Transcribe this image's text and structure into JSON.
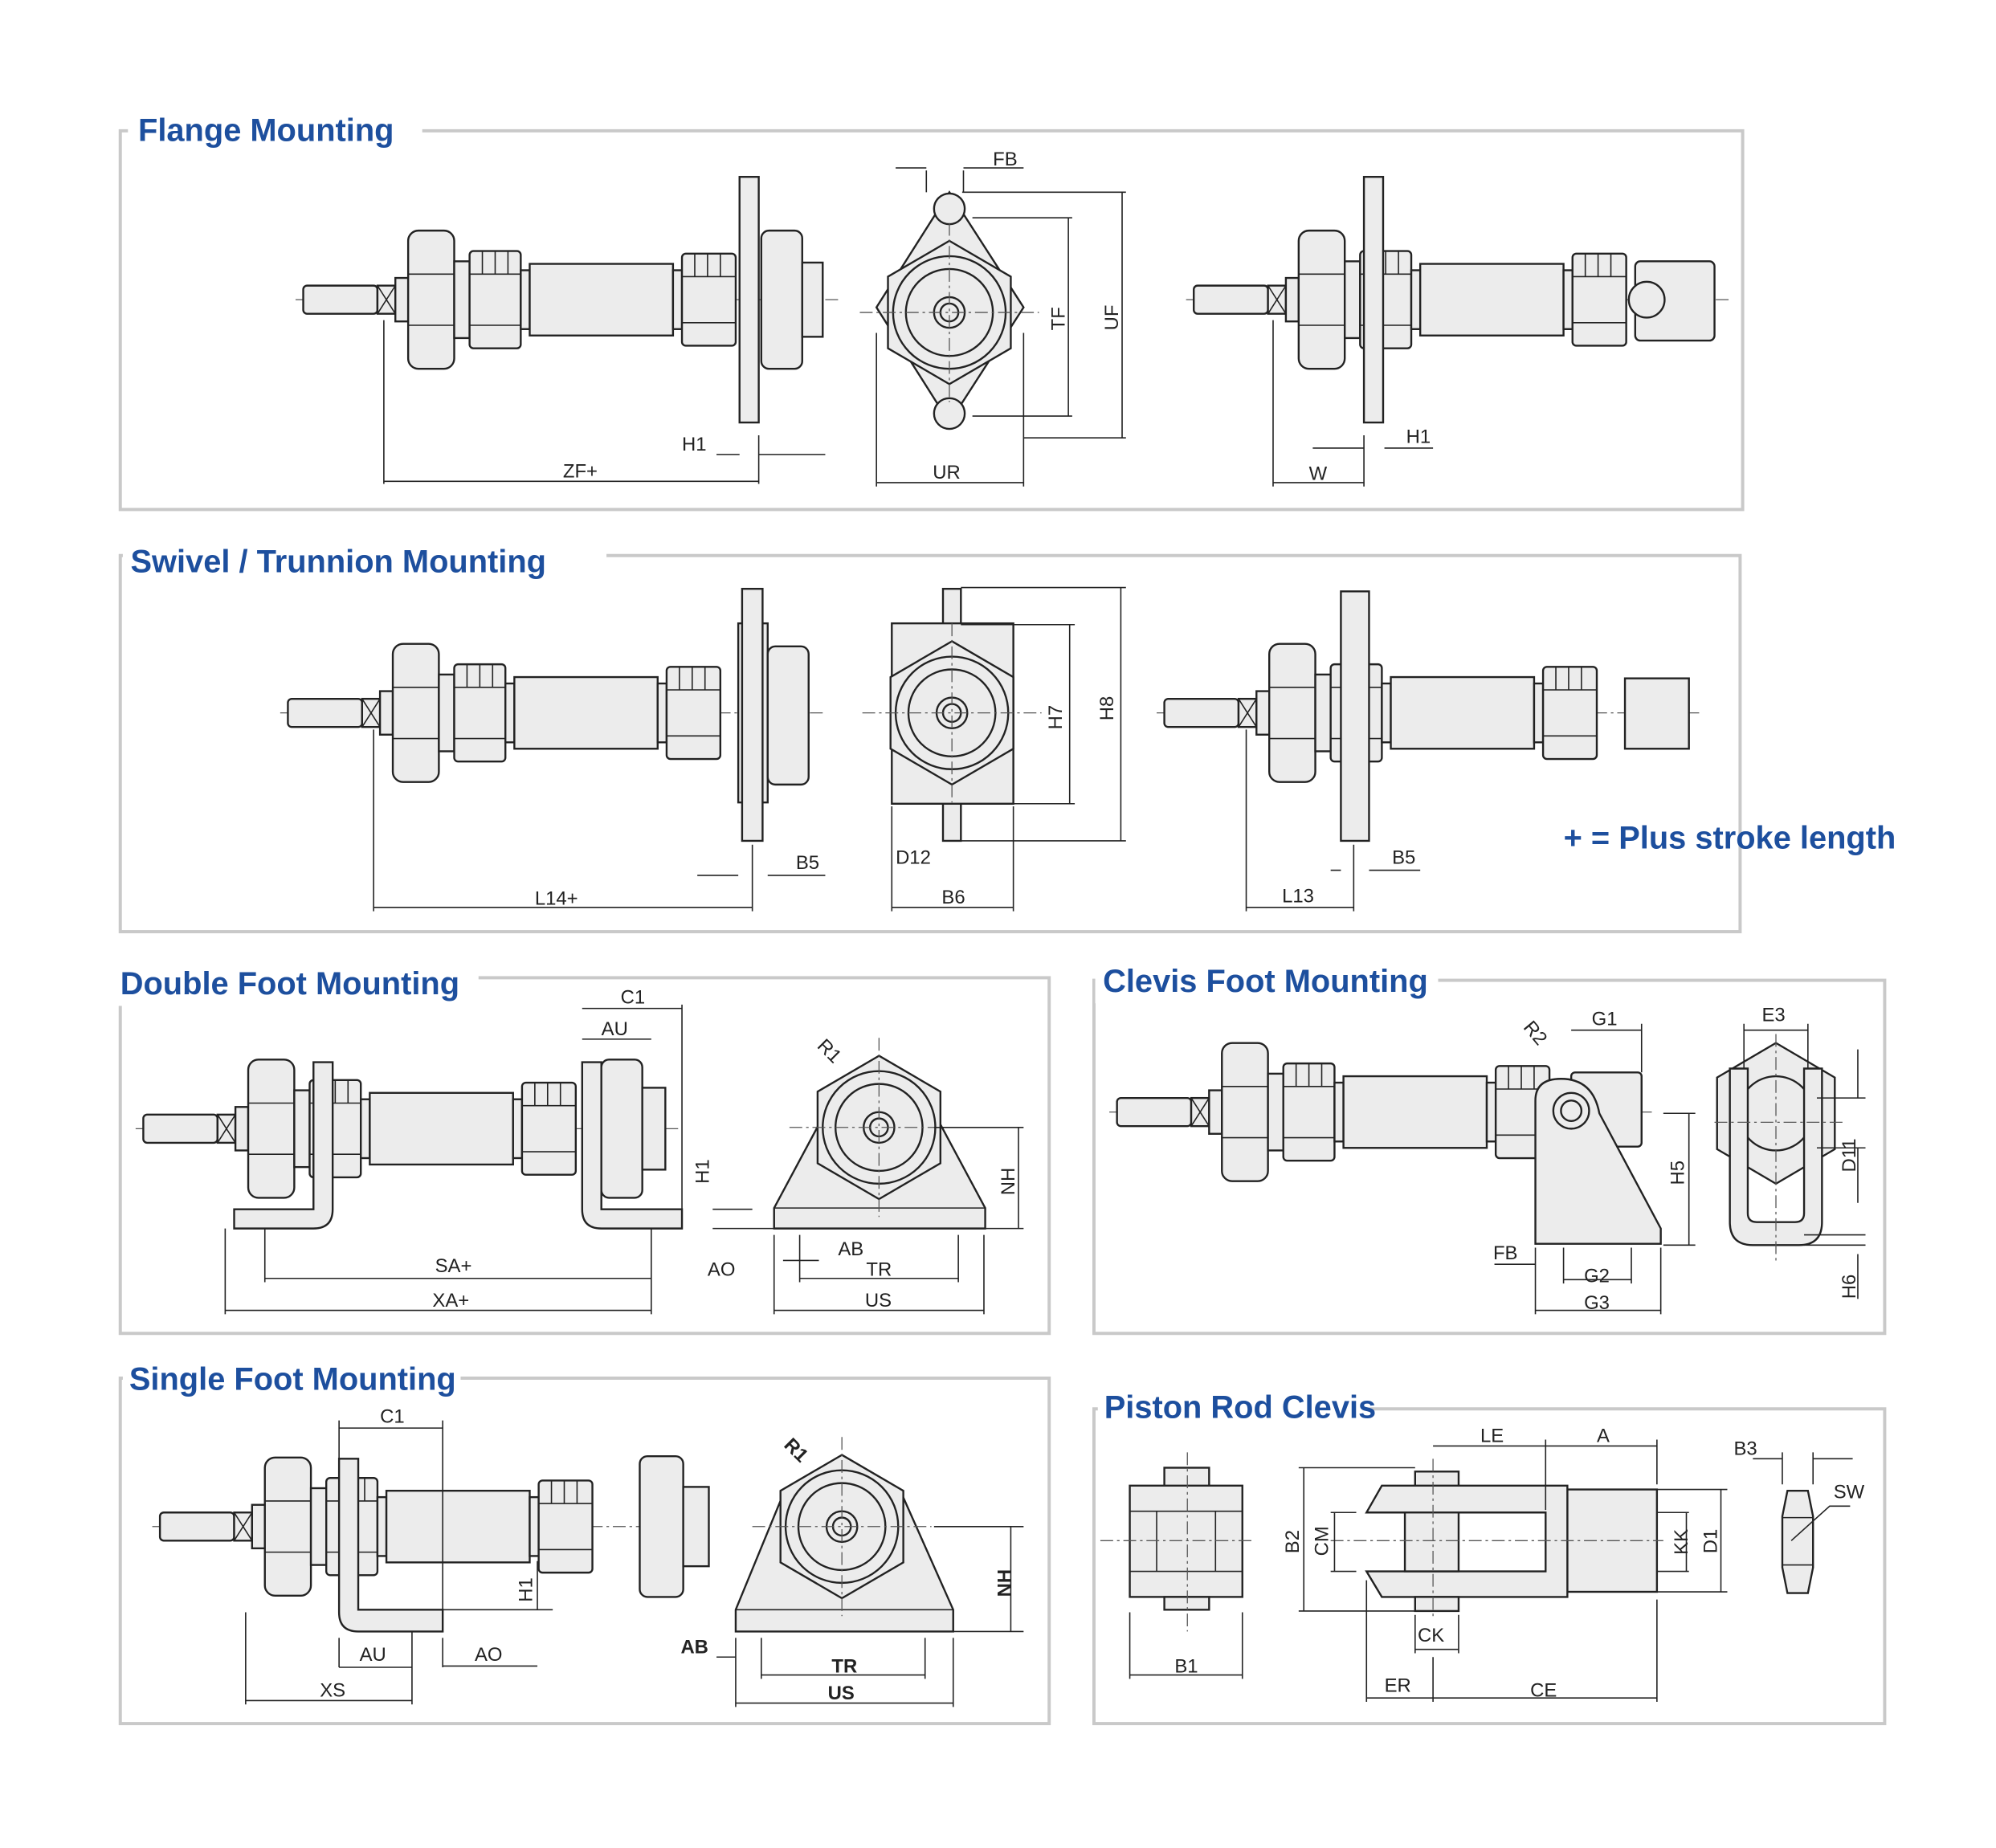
{
  "sections": {
    "flange": {
      "title": "Flange Mounting",
      "labels": {
        "fb": "FB",
        "tf": "TF",
        "uf": "UF",
        "h1a": "H1",
        "zf": "ZF+",
        "ur": "UR",
        "h1b": "H1",
        "w": "W"
      }
    },
    "swivel": {
      "title": "Swivel / Trunnion Mounting",
      "labels": {
        "b5a": "B5",
        "l14": "L14+",
        "d12": "D12",
        "b6": "B6",
        "h7": "H7",
        "h8": "H8",
        "b5b": "B5",
        "l13": "L13"
      }
    },
    "double_foot": {
      "title": "Double Foot Mounting",
      "labels": {
        "c1": "C1",
        "au": "AU",
        "h1": "H1",
        "sa": "SA+",
        "xa": "XA+",
        "ao": "AO",
        "r1": "R1",
        "nh": "NH",
        "ab": "AB",
        "tr": "TR",
        "us": "US"
      }
    },
    "clevis_foot": {
      "title": "Clevis Foot Mounting",
      "labels": {
        "r2": "R2",
        "g1": "G1",
        "e3": "E3",
        "h5": "H5",
        "d11": "D11",
        "fb": "FB",
        "g2": "G2",
        "g3": "G3",
        "h6": "H6"
      }
    },
    "single_foot": {
      "title": "Single Foot Mounting",
      "labels": {
        "c1": "C1",
        "h1": "H1",
        "au": "AU",
        "ao": "AO",
        "xs": "XS",
        "r1": "R1",
        "nh": "NH",
        "ab": "AB",
        "tr": "TR",
        "us": "US"
      }
    },
    "piston_rod_clevis": {
      "title": "Piston Rod Clevis",
      "labels": {
        "le": "LE",
        "a": "A",
        "b3": "B3",
        "sw": "SW",
        "b2": "B2",
        "cm": "CM",
        "kk": "KK",
        "d1": "D1",
        "b1": "B1",
        "ck": "CK",
        "er": "ER",
        "ce": "CE"
      }
    }
  },
  "note": "+ = Plus stroke length",
  "colors": {
    "title": "#1d4f9e",
    "panel_border": "#c9c9c9",
    "part_fill": "#ececec"
  }
}
